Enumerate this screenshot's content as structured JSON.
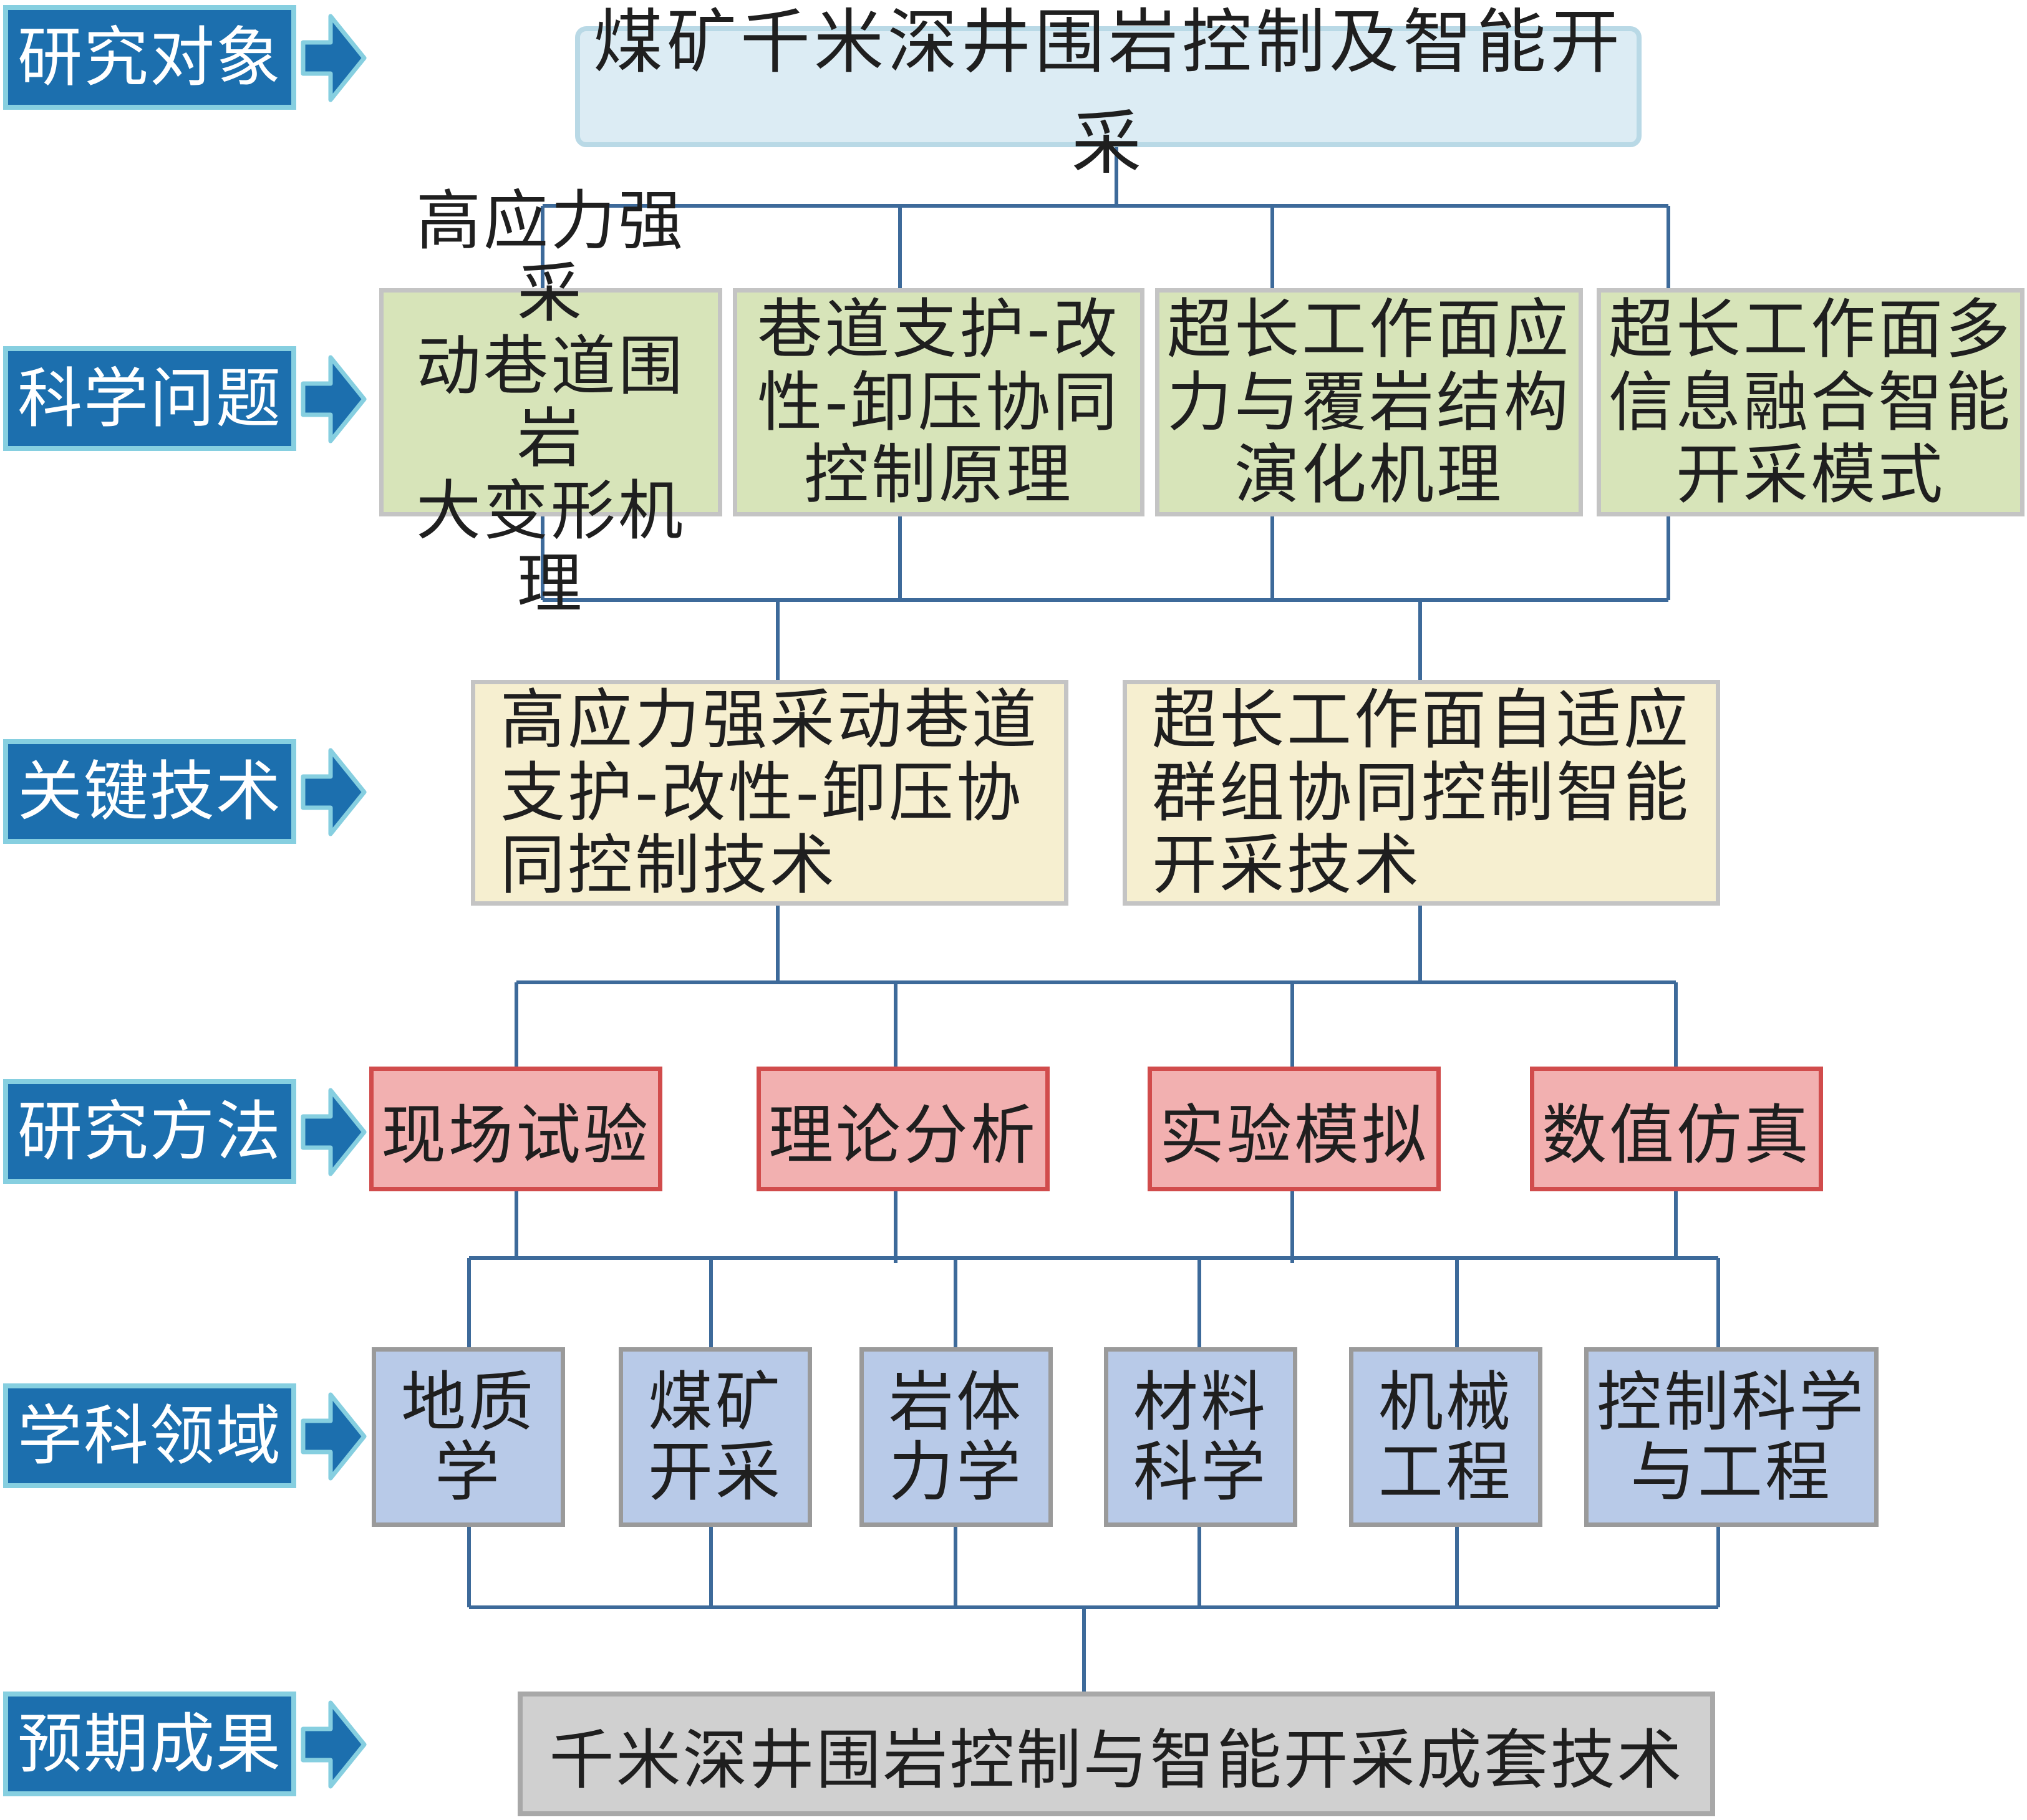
{
  "row_labels": {
    "object": "研究对象",
    "problems": "科学问题",
    "technologies": "关键技术",
    "methods": "研究方法",
    "fields": "学科领域",
    "outcome": "预期成果"
  },
  "research_object": "煤矿千米深井围岩控制及智能开采",
  "scientific_problems": [
    "高应力强采\n动巷道围岩\n大变形机理",
    "巷道支护-改\n性-卸压协同\n控制原理",
    "超长工作面应\n力与覆岩结构\n演化机理",
    "超长工作面多\n信息融合智能\n开采模式"
  ],
  "key_technologies": [
    "高应力强采动巷道\n支护-改性-卸压协\n同控制技术",
    "超长工作面自适应\n群组协同控制智能\n开采技术"
  ],
  "research_methods": [
    "现场试验",
    "理论分析",
    "实验模拟",
    "数值仿真"
  ],
  "disciplines": [
    "地质\n学",
    "煤矿\n开采",
    "岩体\n力学",
    "材料\n科学",
    "机械\n工程",
    "控制科学\n与工程"
  ],
  "expected_outcome": "千米深井围岩控制与智能开采成套技术",
  "colors": {
    "label_fill": "#1c6fae",
    "label_border": "#86cfe0",
    "arrow": "#1c6fae",
    "object_fill": "#dcecf4",
    "problem_fill": "#d7e4b9",
    "technology_fill": "#f6efd0",
    "method_fill": "#f2b0b0",
    "method_border": "#d14c4c",
    "discipline_fill": "#b8cae8",
    "outcome_fill": "#d0d0d0",
    "connector": "#3d6a9a"
  }
}
